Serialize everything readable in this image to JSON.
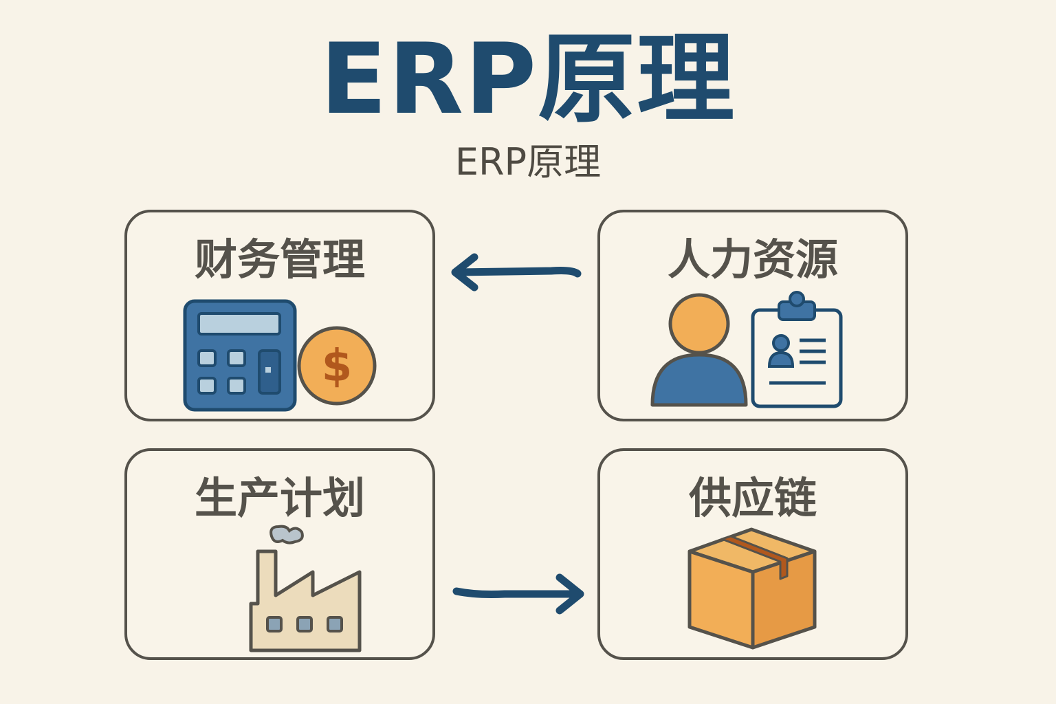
{
  "title": "ERP原理",
  "subtitle": "ERP原理",
  "modules": {
    "finance": {
      "label": "财务管理",
      "icon": "calculator-dollar-icon"
    },
    "hr": {
      "label": "人力资源",
      "icon": "person-badge-icon"
    },
    "production": {
      "label": "生产计划",
      "icon": "factory-icon"
    },
    "supply": {
      "label": "供应链",
      "icon": "box-icon"
    }
  },
  "flows": [
    {
      "from": "人力资源",
      "to": "财务管理"
    },
    {
      "from": "生产计划",
      "to": "供应链"
    }
  ],
  "colors": {
    "background": "#f8f3e8",
    "title": "#1f4b6e",
    "border": "#55524b",
    "accent_blue": "#3f73a3",
    "accent_orange": "#f2ae57"
  }
}
